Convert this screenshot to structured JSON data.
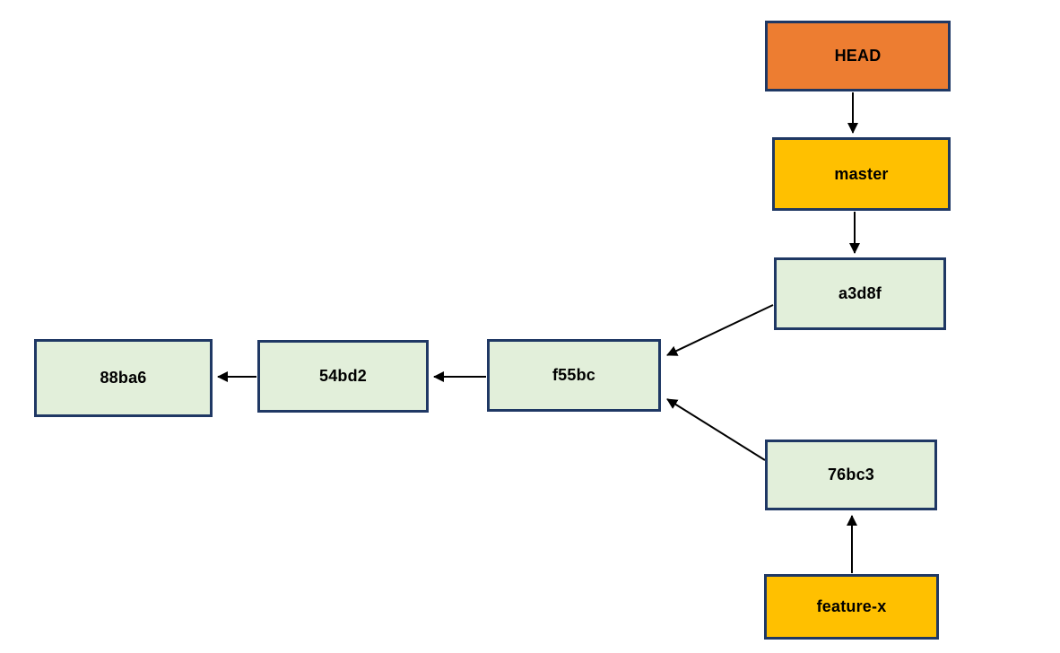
{
  "diagram": {
    "type": "git-commit-branch-graph",
    "colors": {
      "head_fill": "#ED7D31",
      "branch_fill": "#FFC000",
      "commit_fill": "#E2EFDA",
      "border": "#1F3864",
      "arrow": "#000000",
      "text": "#000000",
      "background": "#FFFFFF"
    },
    "nodes": [
      {
        "id": "head",
        "label": "HEAD",
        "kind": "head-pointer"
      },
      {
        "id": "master",
        "label": "master",
        "kind": "branch-label"
      },
      {
        "id": "a3d8f",
        "label": "a3d8f",
        "kind": "commit"
      },
      {
        "id": "f55bc",
        "label": "f55bc",
        "kind": "commit"
      },
      {
        "id": "54bd2",
        "label": "54bd2",
        "kind": "commit"
      },
      {
        "id": "88ba6",
        "label": "88ba6",
        "kind": "commit"
      },
      {
        "id": "76bc3",
        "label": "76bc3",
        "kind": "commit"
      },
      {
        "id": "featurex",
        "label": "feature-x",
        "kind": "branch-label"
      }
    ],
    "edges": [
      {
        "from": "HEAD",
        "to": "master"
      },
      {
        "from": "master",
        "to": "a3d8f"
      },
      {
        "from": "a3d8f",
        "to": "f55bc"
      },
      {
        "from": "f55bc",
        "to": "54bd2"
      },
      {
        "from": "54bd2",
        "to": "88ba6"
      },
      {
        "from": "76bc3",
        "to": "f55bc"
      },
      {
        "from": "feature-x",
        "to": "76bc3"
      }
    ]
  }
}
